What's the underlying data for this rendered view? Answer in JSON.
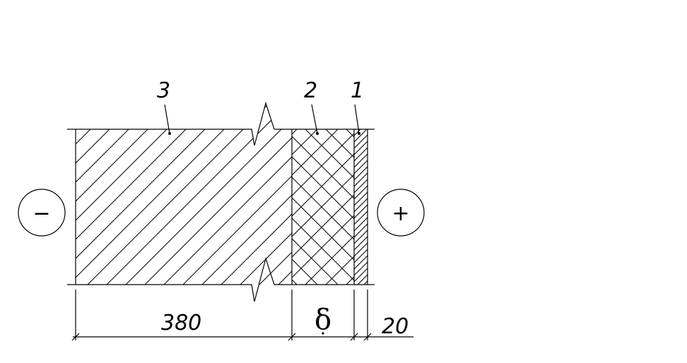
{
  "layers": [
    {
      "id": "1",
      "label": "1"
    },
    {
      "id": "2",
      "label": "2"
    },
    {
      "id": "3",
      "label": "3"
    }
  ],
  "sides": {
    "cold": "−",
    "warm": "+"
  },
  "dimensions": {
    "wall_thickness": "380",
    "insulation_thickness": "δ",
    "finish_thickness": "20"
  }
}
